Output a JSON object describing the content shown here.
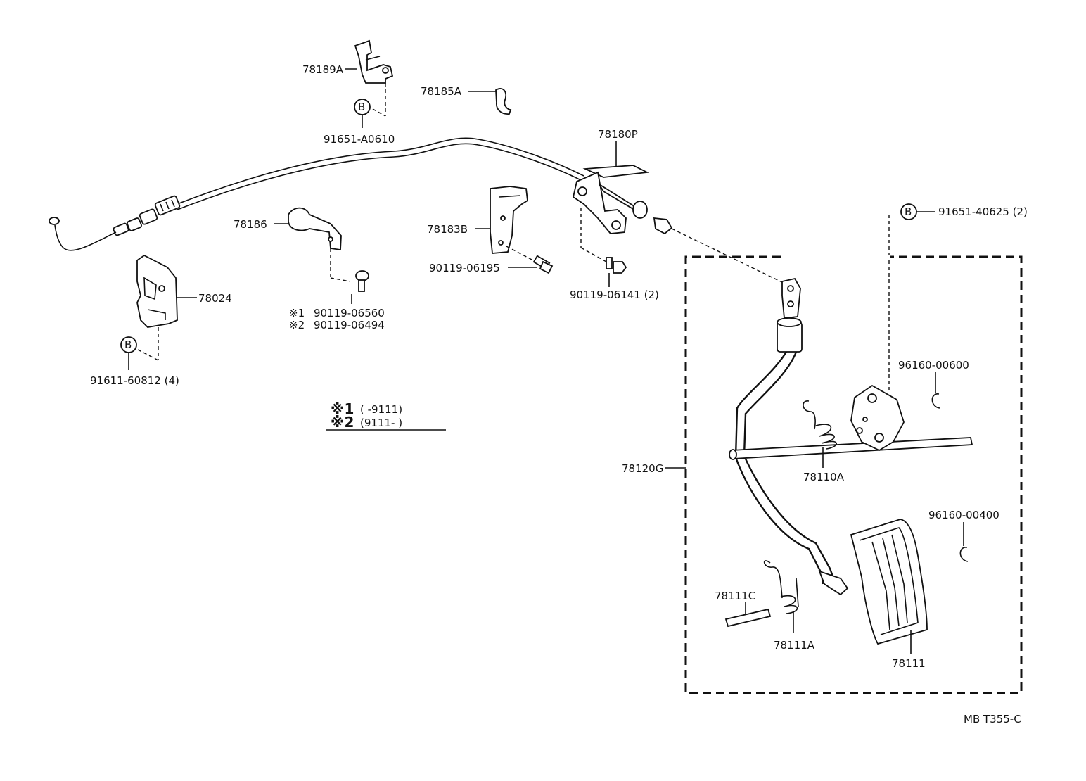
{
  "diagram_code": "MB T355-C",
  "callouts": {
    "p78189A": "78189A",
    "p78185A": "78185A",
    "b_top": "B",
    "p91651_A0610": "91651-A0610",
    "p78180P": "78180P",
    "p78186": "78186",
    "p78183B": "78183B",
    "p90119_06195": "90119-06195",
    "p90119_06141": "90119-06141 (2)",
    "p78024": "78024",
    "b_left": "B",
    "p91611_60812": "91611-60812 (4)",
    "ref1_code": "90119-06560",
    "ref2_code": "90119-06494",
    "b_right": "B",
    "p91651_40625": "91651-40625 (2)",
    "p96160_00600": "96160-00600",
    "p78110A": "78110A",
    "p78120G": "78120G",
    "p96160_00400": "96160-00400",
    "p78111C": "78111C",
    "p78111A": "78111A",
    "p78111": "78111"
  },
  "notes": {
    "mark1": "※1",
    "mark2": "※2",
    "legend_mark1": "※1",
    "legend_mark2": "※2",
    "legend_range1": "(        -9111)",
    "legend_range2": "(9111-        )"
  }
}
